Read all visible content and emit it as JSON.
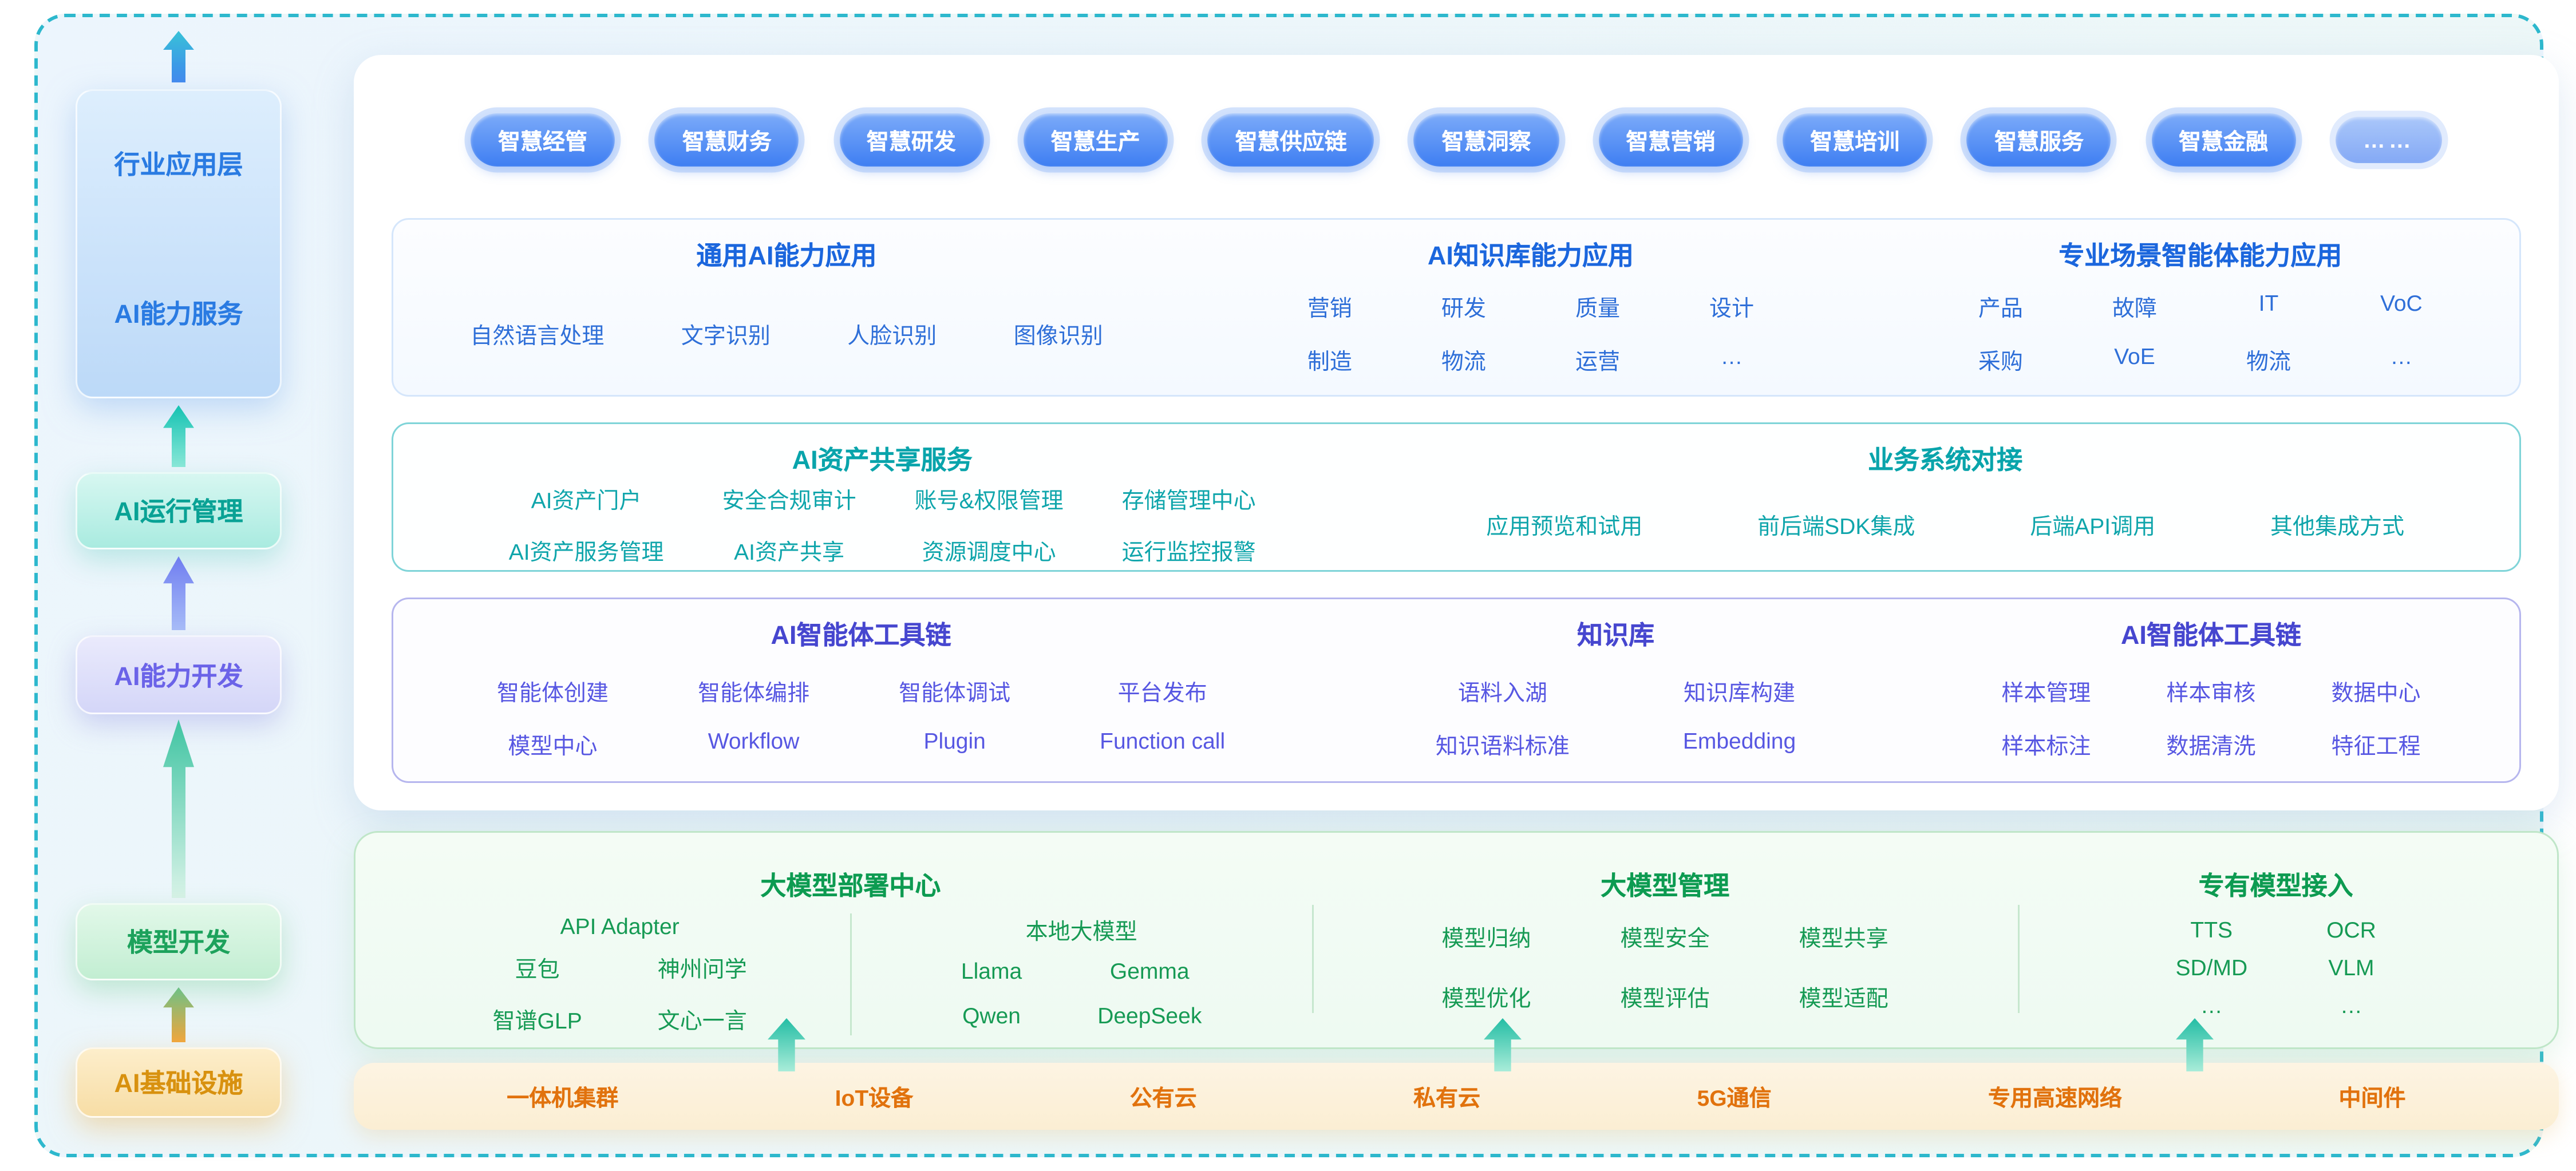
{
  "sidebar": {
    "app_layer": {
      "line1": "行业应用层",
      "line2": "AI能力服务"
    },
    "runtime": "AI运行管理",
    "dev": "AI能力开发",
    "model_dev": "模型开发",
    "infra": "AI基础设施"
  },
  "industry_apps": [
    "智慧经管",
    "智慧财务",
    "智慧研发",
    "智慧生产",
    "智慧供应链",
    "智慧洞察",
    "智慧营销",
    "智慧培训",
    "智慧服务",
    "智慧金融",
    "……"
  ],
  "capability": {
    "general": {
      "title": "通用AI能力应用",
      "items": [
        "自然语言处理",
        "文字识别",
        "人脸识别",
        "图像识别"
      ]
    },
    "knowledge": {
      "title": "AI知识库能力应用",
      "items": [
        "营销",
        "研发",
        "质量",
        "设计",
        "制造",
        "物流",
        "运营",
        "…"
      ]
    },
    "scene": {
      "title": "专业场景智能体能力应用",
      "items": [
        "产品",
        "故障",
        "IT",
        "VoC",
        "采购",
        "VoE",
        "物流",
        "…"
      ]
    }
  },
  "asset": {
    "share": {
      "title": "AI资产共享服务",
      "items": [
        "AI资产门户",
        "安全合规审计",
        "账号&权限管理",
        "存储管理中心",
        "AI资产服务管理",
        "AI资产共享",
        "资源调度中心",
        "运行监控报警"
      ]
    },
    "integration": {
      "title": "业务系统对接",
      "items": [
        "应用预览和试用",
        "前后端SDK集成",
        "后端API调用",
        "其他集成方式"
      ]
    }
  },
  "agent": {
    "toolchain": {
      "title": "AI智能体工具链",
      "items": [
        "智能体创建",
        "智能体编排",
        "智能体调试",
        "平台发布",
        "模型中心",
        "Workflow",
        "Plugin",
        "Function call"
      ]
    },
    "knowledge_base": {
      "title": "知识库",
      "items": [
        "语料入湖",
        "知识库构建",
        "知识语料标准",
        "Embedding"
      ]
    },
    "data_toolchain": {
      "title": "AI智能体工具链",
      "items": [
        "样本管理",
        "样本审核",
        "数据中心",
        "样本标注",
        "数据清洗",
        "特征工程"
      ]
    }
  },
  "model": {
    "deploy": {
      "title": "大模型部署中心",
      "api_adapter": {
        "label": "API Adapter",
        "items": [
          "豆包",
          "神州问学",
          "智谱GLP",
          "文心一言"
        ]
      },
      "local": {
        "label": "本地大模型",
        "items": [
          "Llama",
          "Gemma",
          "Qwen",
          "DeepSeek"
        ]
      }
    },
    "manage": {
      "title": "大模型管理",
      "items": [
        "模型归纳",
        "模型安全",
        "模型共享",
        "模型优化",
        "模型评估",
        "模型适配"
      ]
    },
    "private": {
      "title": "专有模型接入",
      "items": [
        "TTS",
        "OCR",
        "SD/MD",
        "VLM",
        "…",
        "…"
      ]
    }
  },
  "infrastructure": [
    "一体机集群",
    "IoT设备",
    "公有云",
    "私有云",
    "5G通信",
    "专用高速网络",
    "中间件"
  ]
}
